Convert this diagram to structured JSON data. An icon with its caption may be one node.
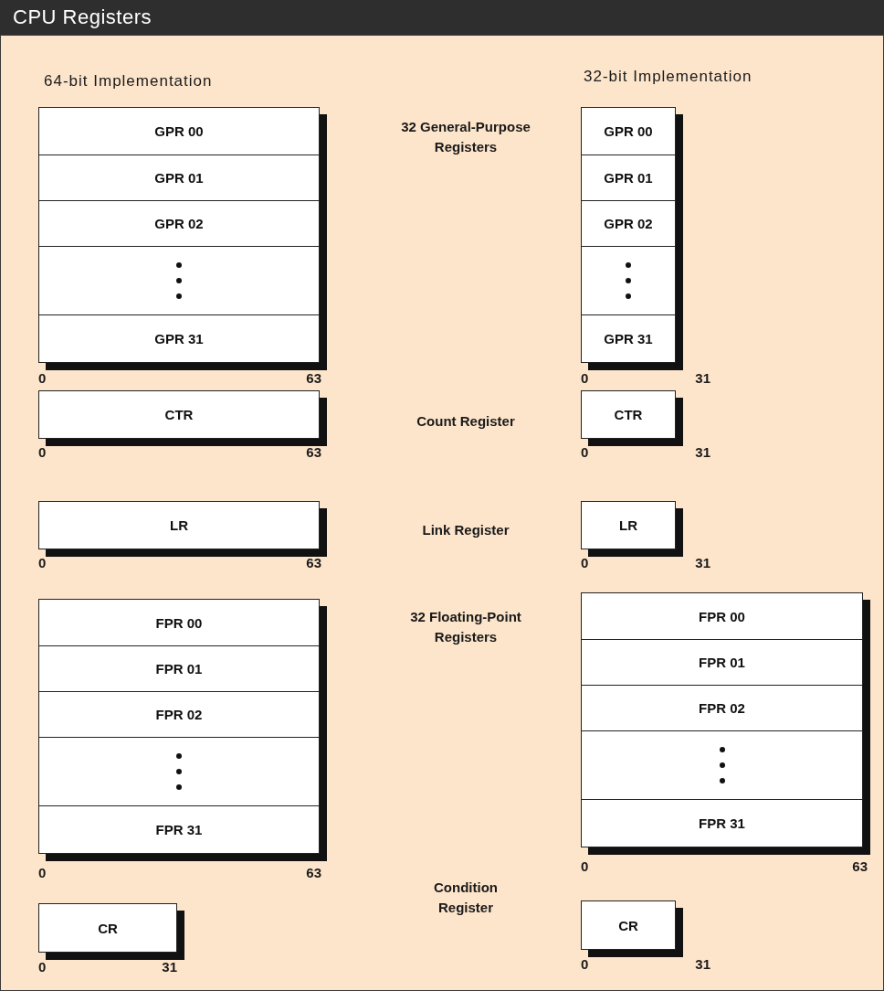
{
  "diagram": {
    "title": "CPU Registers",
    "nodes": [
      {
        "text": [
          "GPR 00"
        ]
      },
      {
        "text": [
          "GPR 01"
        ]
      },
      {
        "text": [
          "GPR 02"
        ]
      },
      {
        "text": [],
        "shape": "box"
      },
      {
        "text": [
          "GPR 31"
        ]
      },
      {
        "text": [
          "GPR 00"
        ]
      },
      {
        "text": [
          "GPR 01"
        ]
      },
      {
        "text": [
          "GPR 02"
        ]
      },
      {
        "text": [],
        "shape": "box"
      },
      {
        "text": [
          "GPR 31"
        ]
      },
      {
        "text": [
          "CTR"
        ]
      },
      {
        "text": [
          "CTR"
        ]
      },
      {
        "text": [
          "LR"
        ]
      },
      {
        "text": [
          "LR"
        ]
      },
      {
        "text": [
          "FPR 00"
        ]
      },
      {
        "text": [
          "FPR 01"
        ]
      },
      {
        "text": [
          "FPR 02"
        ]
      },
      {
        "text": [],
        "shape": "box"
      },
      {
        "text": [
          "FPR 31"
        ]
      },
      {
        "text": [
          "FPR 00"
        ]
      },
      {
        "text": [
          "FPR 01"
        ]
      },
      {
        "text": [
          "FPR 02"
        ]
      },
      {
        "text": [],
        "shape": "box"
      },
      {
        "text": [
          "FPR 31"
        ]
      },
      {
        "text": [
          "CR"
        ]
      },
      {
        "text": [
          "CR"
        ]
      }
    ],
    "labels": [
      "64-bit Implementation",
      "32-bit Implementation",
      "32 General-Purpose Registers",
      "0",
      "63",
      "0",
      "31",
      "Count Register",
      "0",
      "63",
      "0",
      "31",
      "Link Register",
      "0",
      "63",
      "0",
      "31",
      "32 Floating-Point Registers",
      "0",
      "63",
      "0",
      "63",
      "Condition Register",
      "0",
      "31",
      "0",
      "31"
    ]
  }
}
